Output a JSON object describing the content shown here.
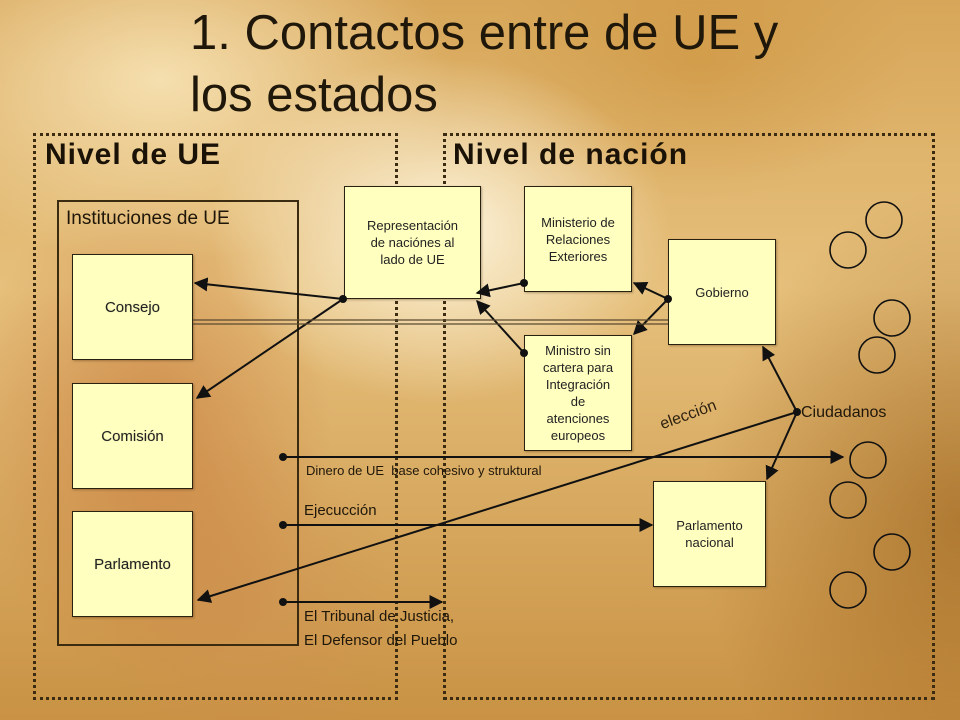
{
  "slide": {
    "title_line1": "1. Contactos entre de UE y",
    "title_line2": "los estados"
  },
  "panels": {
    "eu_label": "Nivel de UE",
    "nation_label": "Nivel de nación",
    "institutions_label": "Instituciones de UE"
  },
  "eu_institutions": {
    "consejo": "Consejo",
    "comision": "Comisión",
    "parlamento": "Parlamento"
  },
  "national": {
    "representacion": [
      "Representación",
      "de naciónes al",
      "lado de UE"
    ],
    "ministerio": [
      "Ministerio de",
      "Relaciones",
      "Exteriores"
    ],
    "gobierno": "Gobierno",
    "ministro": [
      "Ministro sin",
      "cartera para",
      "Integración",
      "de",
      "atenciones",
      "europeos"
    ],
    "parlamento_nacional": [
      "Parlamento",
      "nacional"
    ],
    "ciudadanos": "Ciudadanos"
  },
  "flows": {
    "eleccion": "elección",
    "dinero": "Dinero de UE  base cohesivo y struktural",
    "ejecuccion": "Ejecucción",
    "tribunal_line1": "El Tribunal de Justicia,",
    "tribunal_line2": "El Defensor del Pueblo"
  },
  "colors": {
    "box_fill": "#FFFFC0",
    "ink": "#1e1608",
    "panel_border": "#3b2b10"
  }
}
